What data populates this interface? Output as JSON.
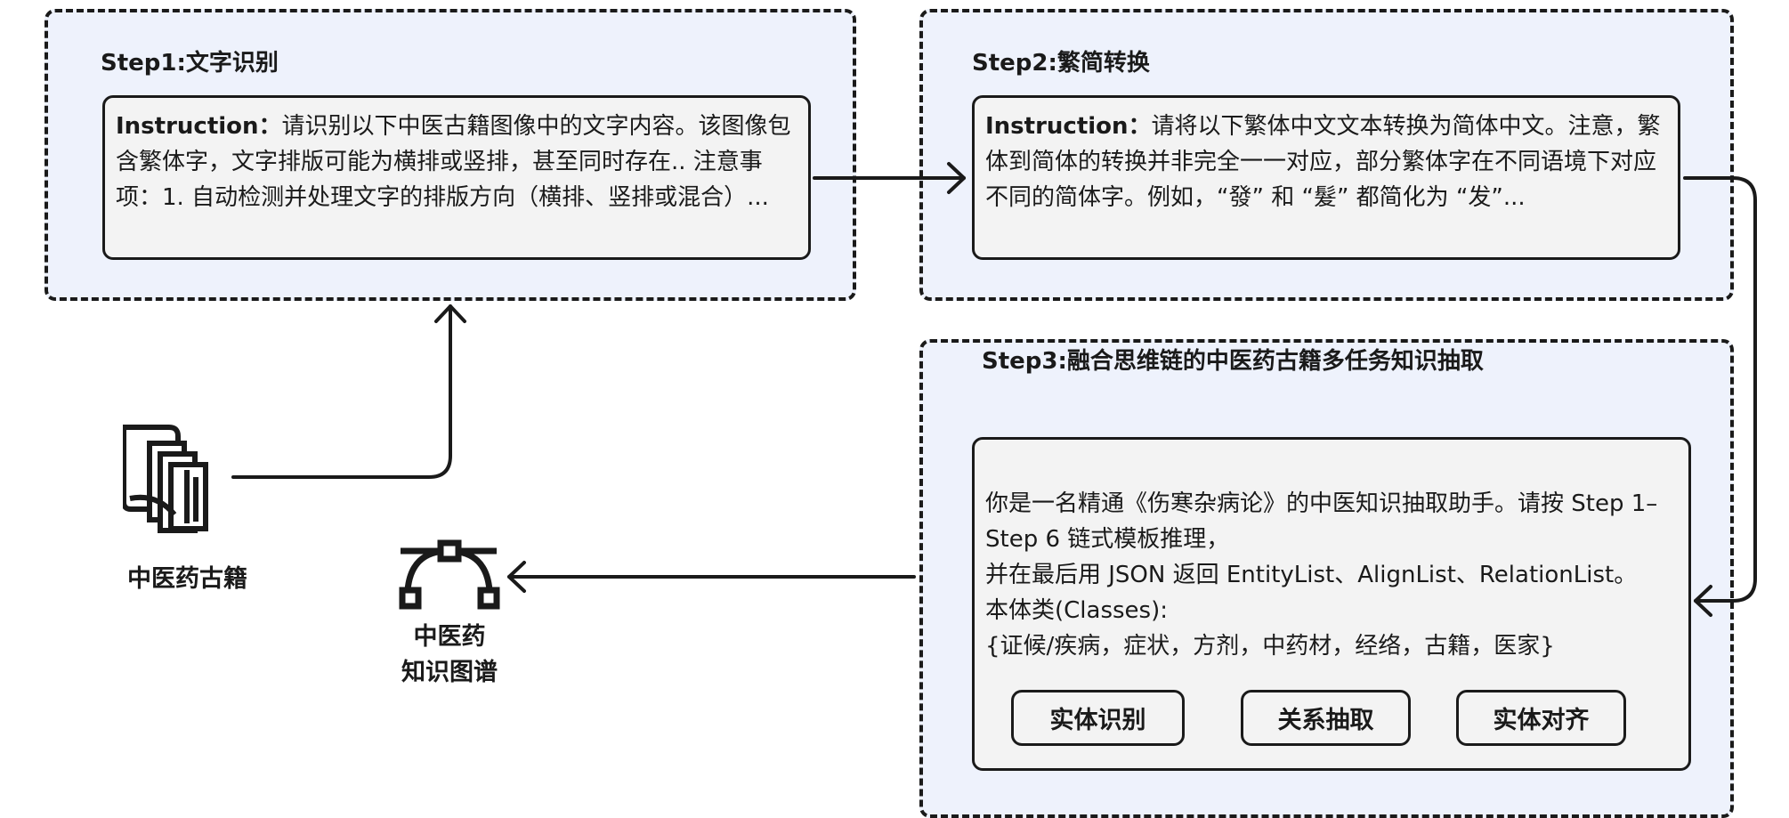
{
  "step1": {
    "title": "Step1:文字识别",
    "instruction_label": "Instruction：",
    "instruction_text": "请识别以下中医古籍图像中的文字内容。该图像包含繁体字，文字排版可能为横排或竖排，甚至同时存在.. 注意事项：1. 自动检测并处理文字的排版方向（横排、竖排或混合）..."
  },
  "step2": {
    "title": "Step2:繁简转换",
    "instruction_label": "Instruction：",
    "instruction_text": "请将以下繁体中文文本转换为简体中文。注意，繁体到简体的转换并非完全一一对应，部分繁体字在不同语境下对应不同的简体字。例如，“發” 和 “髮” 都简化为 “发”..."
  },
  "step3": {
    "title": "Step3:融合思维链的中医药古籍多任务知识抽取",
    "prompt_lines": [
      "你是一名精通《伤寒杂病论》的中医知识抽取助手。请按 Step 1–Step 6 链式模板推理，",
      "并在最后用 JSON 返回 EntityList、AlignList、RelationList。",
      "本体类(Classes):",
      "{证候/疾病，症状，方剂，中药材，经络，古籍，医家}"
    ],
    "buttons": [
      "实体识别",
      "关系抽取",
      "实体对齐"
    ]
  },
  "source": {
    "label": "中医药古籍",
    "icon": "document-stack-icon"
  },
  "target": {
    "label_line1": "中医药",
    "label_line2": "知识图谱",
    "icon": "bezier-curve-icon"
  },
  "colors": {
    "panel_bg": "#eef2fc",
    "box_bg": "#f3f3f3",
    "stroke": "#1a1a1a"
  }
}
